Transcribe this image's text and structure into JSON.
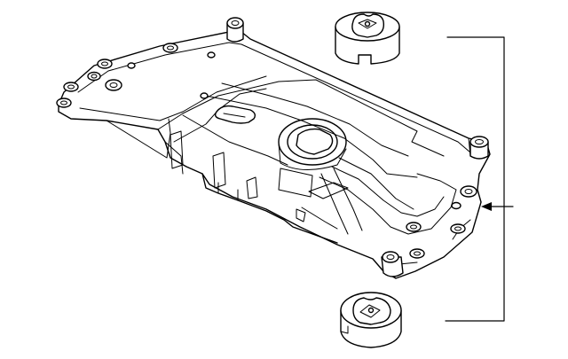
{
  "diagram": {
    "parts": [
      {
        "id": "subframe",
        "label": ""
      },
      {
        "id": "upper-bushing",
        "label": ""
      },
      {
        "id": "lower-bushing",
        "label": ""
      }
    ],
    "callout": {
      "label": ""
    }
  }
}
